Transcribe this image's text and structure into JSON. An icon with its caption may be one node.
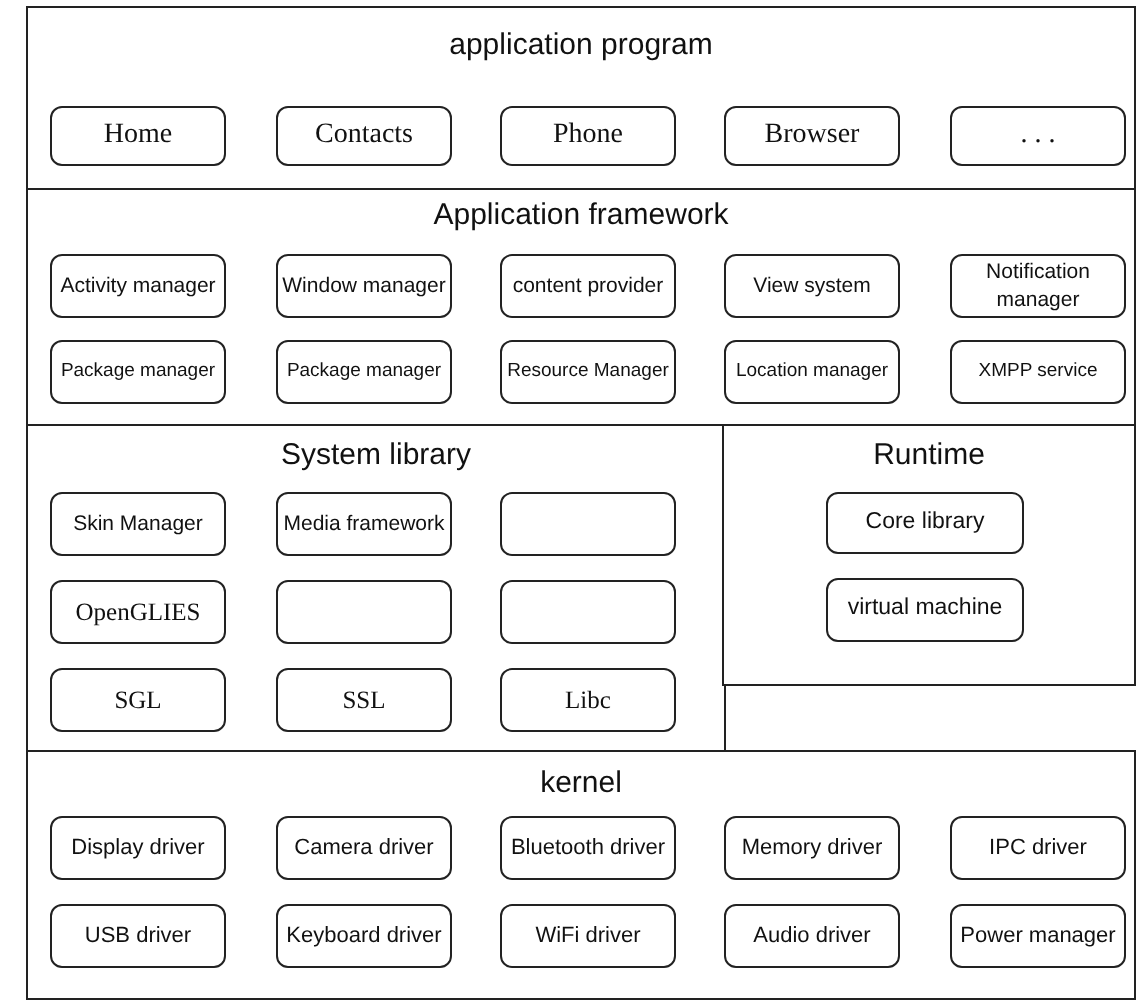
{
  "diagram": {
    "nodes": [
      {
        "text": [
          "application program"
        ]
      },
      {
        "text": [
          "Home"
        ],
        "in": 0
      },
      {
        "text": [
          "Contacts"
        ],
        "in": 0
      },
      {
        "text": [
          "Phone"
        ],
        "in": 0
      },
      {
        "text": [
          "Browser"
        ],
        "in": 0
      },
      {
        "text": [
          ". . ."
        ],
        "in": 0
      },
      {
        "text": [
          "Application framework"
        ]
      },
      {
        "text": [
          "Activity manager"
        ],
        "in": 6
      },
      {
        "text": [
          "Window manager"
        ],
        "in": 6
      },
      {
        "text": [
          "content provider"
        ],
        "in": 6
      },
      {
        "text": [
          "View system"
        ],
        "in": 6
      },
      {
        "text": [
          "Notification manager"
        ],
        "in": 6
      },
      {
        "text": [
          "Package manager"
        ],
        "in": 6
      },
      {
        "text": [
          "Package manager"
        ],
        "in": 6
      },
      {
        "text": [
          "Resource Manager"
        ],
        "in": 6
      },
      {
        "text": [
          "Location manager"
        ],
        "in": 6
      },
      {
        "text": [
          "XMPP service"
        ],
        "in": 6
      },
      {
        "text": [
          "System library"
        ]
      },
      {
        "text": [
          "Skin Manager"
        ],
        "in": 17
      },
      {
        "text": [
          "Media framework"
        ],
        "in": 17
      },
      {
        "text": [],
        "shape": "box",
        "in": 17
      },
      {
        "text": [
          "OpenGLIES"
        ],
        "in": 17
      },
      {
        "text": [],
        "shape": "box",
        "in": 17
      },
      {
        "text": [],
        "shape": "box",
        "in": 17
      },
      {
        "text": [
          "SGL"
        ],
        "in": 17
      },
      {
        "text": [
          "SSL"
        ],
        "in": 17
      },
      {
        "text": [
          "Libc"
        ],
        "in": 17
      },
      {
        "text": [
          "Runtime"
        ]
      },
      {
        "text": [
          "Core library"
        ],
        "in": 27
      },
      {
        "text": [
          "virtual machine"
        ],
        "in": 27
      },
      {
        "text": [
          "kernel"
        ]
      },
      {
        "text": [
          "Display driver"
        ],
        "in": 30
      },
      {
        "text": [
          "Camera driver"
        ],
        "in": 30
      },
      {
        "text": [
          "Bluetooth driver"
        ],
        "in": 30
      },
      {
        "text": [
          "Memory driver"
        ],
        "in": 30
      },
      {
        "text": [
          "IPC driver"
        ],
        "in": 30
      },
      {
        "text": [
          "USB driver"
        ],
        "in": 30
      },
      {
        "text": [
          "Keyboard driver"
        ],
        "in": 30
      },
      {
        "text": [
          "WiFi driver"
        ],
        "in": 30
      },
      {
        "text": [
          "Audio driver"
        ],
        "in": 30
      },
      {
        "text": [
          "Power manager"
        ],
        "in": 30
      }
    ]
  }
}
